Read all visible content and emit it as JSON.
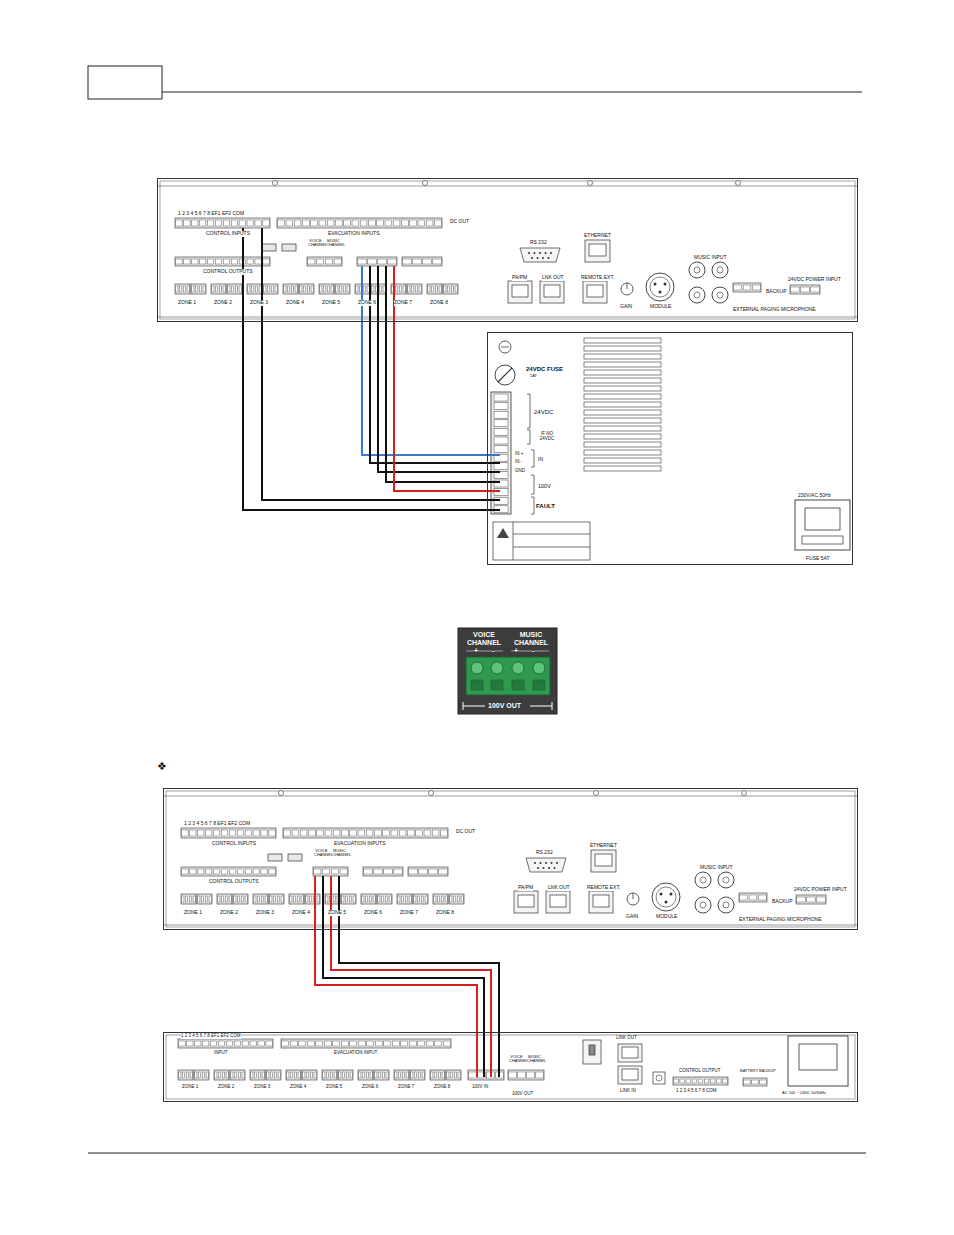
{
  "diagram": {
    "nodes": [
      {
        "text": [
          "1 2 3 4 5 6 7 8 EF1 EF2 COM",
          "CONTROL INPUTS",
          "EVACUATION INPUTS",
          "DC OUT",
          "CONTROL OUTPUTS",
          "VOICE CHANNEL",
          "MUSIC CHANNEL",
          "RS 232",
          "ETHERNET",
          "PA/PM",
          "LNK OUT",
          "REMOTE EXT.",
          "GAIN",
          "MODULE",
          "MUSIC INPUT",
          "EXTERNAL PAGING MICROPHONE",
          "24VDC POWER INPUT",
          "BACKUP",
          "ZONE 1",
          "ZONE 2",
          "ZONE 3",
          "ZONE 4",
          "ZONE 5",
          "ZONE 6",
          "ZONE 7",
          "ZONE 8"
        ]
      },
      {
        "text": [
          "24VDC FUSE",
          "5AT",
          "24VDC",
          "IF NO 24VDC",
          "IN +",
          "IN -",
          "GND",
          "IN",
          "100V",
          "FAULT",
          "230V/AC 50Hz",
          "FUSE 5AT"
        ]
      },
      {
        "text": [
          "VOICE CHANNEL",
          "MUSIC CHANNEL",
          "+",
          "-",
          "+",
          "-",
          "100V OUT"
        ]
      },
      {
        "text": [
          "1 2 3 4 5 6 7 8 EF1 EF2 COM",
          "CONTROL INPUTS",
          "EVACUATION INPUTS",
          "DC OUT",
          "CONTROL OUTPUTS",
          "VOICE CHANNEL",
          "MUSIC CHANNEL",
          "RS 232",
          "ETHERNET",
          "PA/PM",
          "LNK OUT",
          "REMOTE EXT.",
          "GAIN",
          "MODULE",
          "MUSIC INPUT",
          "EXTERNAL PAGING MICROPHONE",
          "24VDC POWER INPUT",
          "BACKUP",
          "ZONE 1",
          "ZONE 2",
          "ZONE 3",
          "ZONE 4",
          "ZONE 5",
          "ZONE 6",
          "ZONE 7",
          "ZONE 8"
        ]
      },
      {
        "text": [
          "1 2 3 4 5 6 7 8 EF1 EF2 COM",
          "INPUT",
          "EVACUATION INPUT",
          "ZONE 1",
          "ZONE 2",
          "ZONE 3",
          "ZONE 4",
          "ZONE 5",
          "ZONE 6",
          "ZONE 7",
          "ZONE 8",
          "100V IN",
          "VOICE CHANNEL",
          "MUSIC CHANNEL",
          "100V OUT",
          "LINK OUT",
          "LINK IN",
          "CONTROL OUTPUT",
          "1 2 3 4 5 6 7 8 COM",
          "BATTERY BACKUP",
          "AC 100 ~ 240V, 50/60Hz"
        ]
      }
    ],
    "edges": [
      {
        "from": 0,
        "to": 1,
        "arrow": "none"
      },
      {
        "from": 0,
        "to": 1,
        "arrow": "none"
      },
      {
        "from": 0,
        "to": 1,
        "arrow": "none"
      },
      {
        "from": 0,
        "to": 1,
        "arrow": "none"
      },
      {
        "from": 0,
        "to": 1,
        "arrow": "none"
      },
      {
        "from": 0,
        "to": 1,
        "arrow": "none"
      },
      {
        "from": 0,
        "to": 1,
        "arrow": "none"
      },
      {
        "from": 3,
        "to": 4,
        "arrow": "none"
      },
      {
        "from": 3,
        "to": 4,
        "arrow": "none"
      },
      {
        "from": 3,
        "to": 4,
        "arrow": "none"
      },
      {
        "from": 3,
        "to": 4,
        "arrow": "none"
      }
    ],
    "labels": [
      "❖"
    ]
  }
}
